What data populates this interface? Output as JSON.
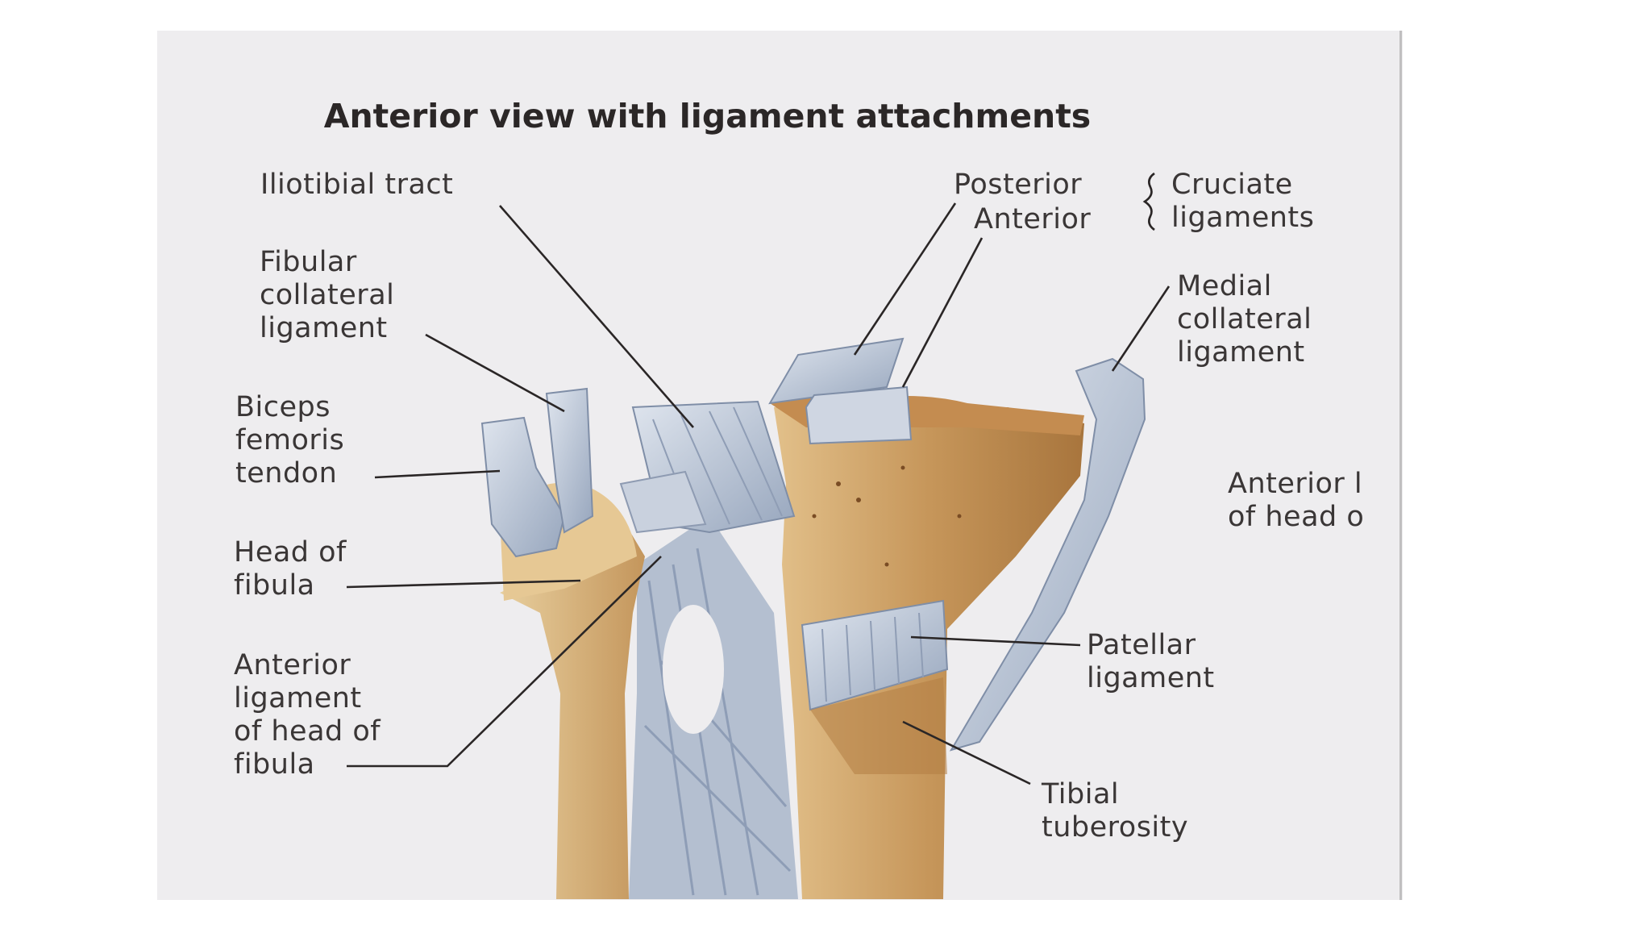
{
  "title": "Anterior view with ligament attachments",
  "labels": {
    "iliotibial_tract": "Iliotibial tract",
    "fibular_collateral": "Fibular\ncollateral\nligament",
    "biceps_femoris": "Biceps\nfemoris\ntendon",
    "head_of_fibula": "Head of\nfibula",
    "anterior_lig_head_fibula": "Anterior\nligament\nof head of\nfibula",
    "posterior": "Posterior",
    "anterior": "Anterior",
    "cruciate_ligaments": "Cruciate\nligaments",
    "medial_collateral": "Medial\ncollateral\nligament",
    "anterior_head_cut": "Anterior l\nof head o",
    "patellar_ligament": "Patellar\nligament",
    "tibial_tuberosity": "Tibial\ntuberosity"
  },
  "colors": {
    "background": "#eeedef",
    "bone": "#c79a5e",
    "ligament": "#b9c3d3",
    "leader": "#2a2626"
  }
}
